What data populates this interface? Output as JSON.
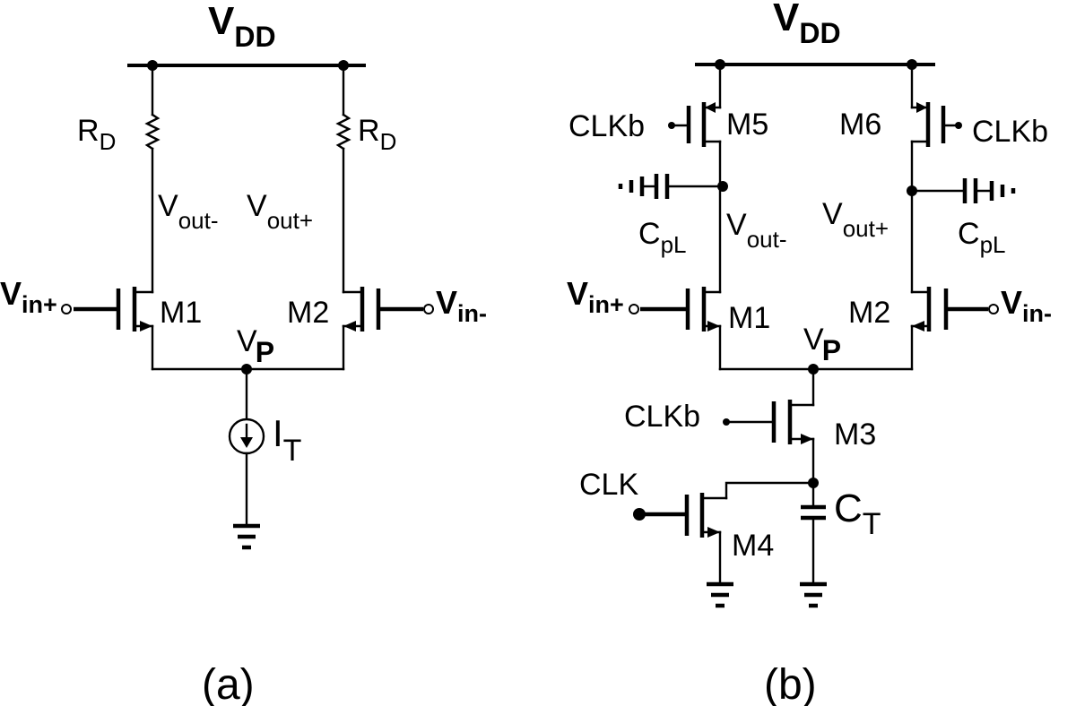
{
  "panel_a": {
    "supply": {
      "main": "V",
      "sub": "DD"
    },
    "rd_left": {
      "main": "R",
      "sub": "D"
    },
    "rd_right": {
      "main": "R",
      "sub": "D"
    },
    "vout_minus": {
      "main": "V",
      "sub": "out-"
    },
    "vout_plus": {
      "main": "V",
      "sub": "out+"
    },
    "vin_plus": {
      "main": "V",
      "sub": "in+"
    },
    "vin_minus": {
      "main": "V",
      "sub": "in-"
    },
    "m1": "M1",
    "m2": "M2",
    "vp": {
      "main": "V",
      "sub": "P"
    },
    "it": {
      "main": "I",
      "sub": "T"
    },
    "caption": "(a)"
  },
  "panel_b": {
    "supply": {
      "main": "V",
      "sub": "DD"
    },
    "clkb_left": "CLKb",
    "clkb_right": "CLKb",
    "m5": "M5",
    "m6": "M6",
    "cpl_left": {
      "main": "C",
      "sub": "pL"
    },
    "cpl_right": {
      "main": "C",
      "sub": "pL"
    },
    "vout_minus": {
      "main": "V",
      "sub": "out-"
    },
    "vout_plus": {
      "main": "V",
      "sub": "out+"
    },
    "vin_plus": {
      "main": "V",
      "sub": "in+"
    },
    "vin_minus": {
      "main": "V",
      "sub": "in-"
    },
    "m1": "M1",
    "m2": "M2",
    "vp": {
      "main": "V",
      "sub": "P"
    },
    "clkb_m3": "CLKb",
    "m3": "M3",
    "clk": "CLK",
    "m4": "M4",
    "ct": {
      "main": "C",
      "sub": "T"
    },
    "caption": "(b)"
  }
}
